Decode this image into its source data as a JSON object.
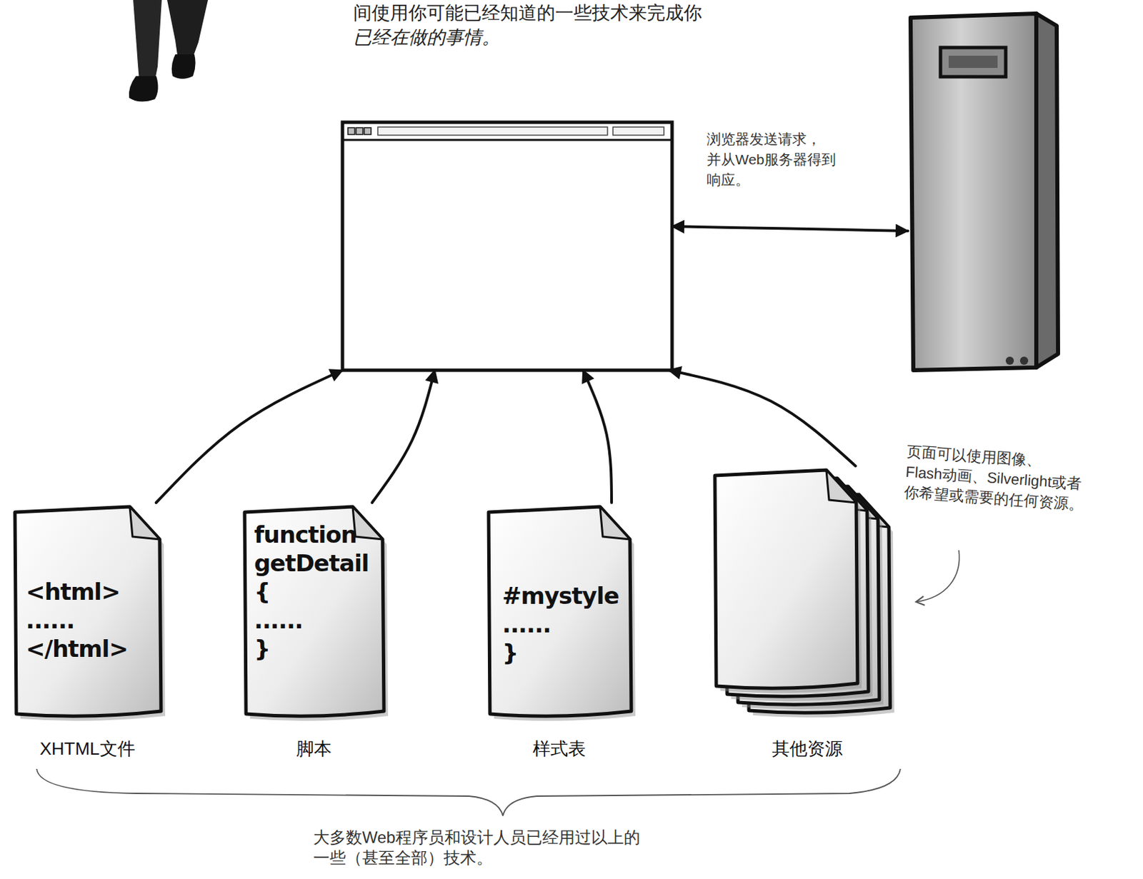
{
  "diagram": {
    "nodes": [
      {
        "text": []
      },
      {
        "text": []
      },
      {
        "text": [
          "<html> ...... </html>",
          "XHTML文件"
        ]
      },
      {
        "text": [
          "function getDetail { ...... }",
          "脚本"
        ]
      },
      {
        "text": [
          "#mystyle ...... }",
          "样式表"
        ]
      },
      {
        "text": [
          "其他资源"
        ]
      }
    ],
    "edges": [
      {
        "from": 0,
        "to": 1,
        "label": "浏览器发送请求， 并从Web服务器得到 响应。",
        "arrow": "both"
      },
      {
        "from": 2,
        "to": 0,
        "arrow": "to"
      },
      {
        "from": 3,
        "to": 0,
        "arrow": "to"
      },
      {
        "from": 4,
        "to": 0,
        "arrow": "to"
      },
      {
        "from": 5,
        "to": 0,
        "arrow": "to"
      }
    ],
    "labels": [
      "间使用你可能已经知道的一些技术来完成你",
      "已经在做的事情。",
      "页面可以使用图像、 Flash动画、Silverlight或者 你希望或需要的任何资源。",
      "大多数Web程序员和设计人员已经用过以上的 一些（甚至全部）技术。"
    ]
  }
}
